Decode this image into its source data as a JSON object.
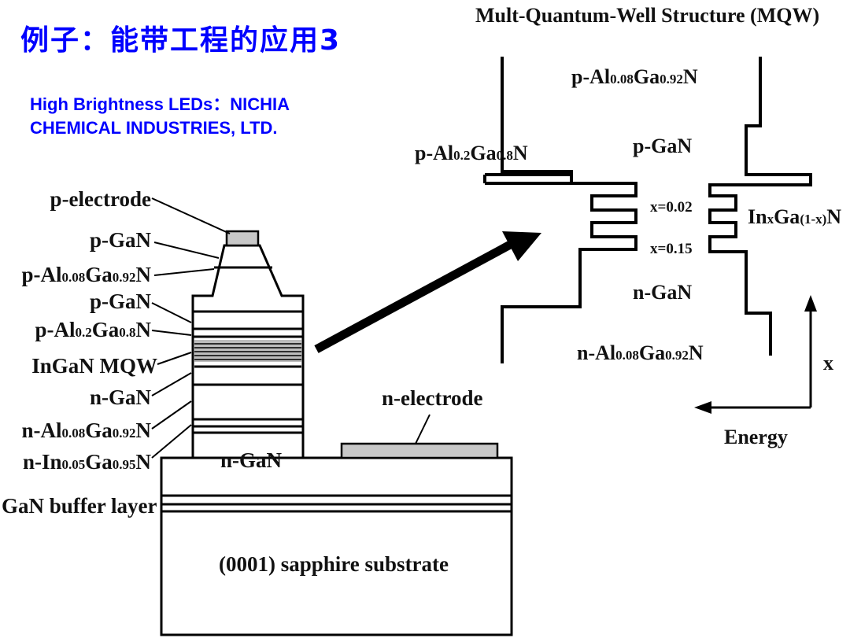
{
  "slide": {
    "title": "例子：能带工程的应用3",
    "subtitle_line1": "High Brightness LEDs：NICHIA",
    "subtitle_line2": "CHEMICAL INDUSTRIES, LTD."
  },
  "device": {
    "labels": {
      "p_electrode": "p-electrode",
      "p_gan_top": "p-GaN",
      "p_algan_008_pre": "p-Al",
      "p_algan_008_sub1": "0.08",
      "p_algan_008_mid": "Ga",
      "p_algan_008_sub2": "0.92",
      "p_algan_008_post": "N",
      "p_gan_2": "p-GaN",
      "p_algan_02_pre": "p-Al",
      "p_algan_02_sub1": "0.2",
      "p_algan_02_mid": "Ga",
      "p_algan_02_sub2": "0.8",
      "p_algan_02_post": "N",
      "ingan_mqw": "InGaN MQW",
      "n_gan": "n-GaN",
      "n_algan_pre": "n-Al",
      "n_algan_sub1": "0.08",
      "n_algan_mid": "Ga",
      "n_algan_sub2": "0.92",
      "n_algan_post": "N",
      "n_ingan_pre": "n-In",
      "n_ingan_sub1": "0.05",
      "n_ingan_mid": "Ga",
      "n_ingan_sub2": "0.95",
      "n_ingan_post": "N",
      "gan_buffer": "GaN buffer layer",
      "n_gan_base": "n-GaN",
      "n_electrode": "n-electrode",
      "substrate": "(0001) sapphire substrate"
    }
  },
  "mqw": {
    "title": "Mult-Quantum-Well Structure (MQW)",
    "p_algan_top_pre": "p-Al",
    "p_algan_top_sub1": "0.08",
    "p_algan_top_mid": "Ga",
    "p_algan_top_sub2": "0.92",
    "p_algan_top_post": "N",
    "p_algan_side_pre": "p-Al",
    "p_algan_side_sub1": "0.2",
    "p_algan_side_mid": "Ga",
    "p_algan_side_sub2": "0.8",
    "p_algan_side_post": "N",
    "p_gan": "p-GaN",
    "x_002": "x=0.02",
    "x_015": "x=0.15",
    "ingan_pre": "In",
    "ingan_sub1": "x",
    "ingan_mid": "Ga",
    "ingan_sub2": "(1-x)",
    "ingan_post": "N",
    "n_gan": "n-GaN",
    "n_algan_pre": "n-Al",
    "n_algan_sub1": "0.08",
    "n_algan_mid": "Ga",
    "n_algan_sub2": "0.92",
    "n_algan_post": "N",
    "axis_x": "x",
    "axis_energy": "Energy"
  }
}
